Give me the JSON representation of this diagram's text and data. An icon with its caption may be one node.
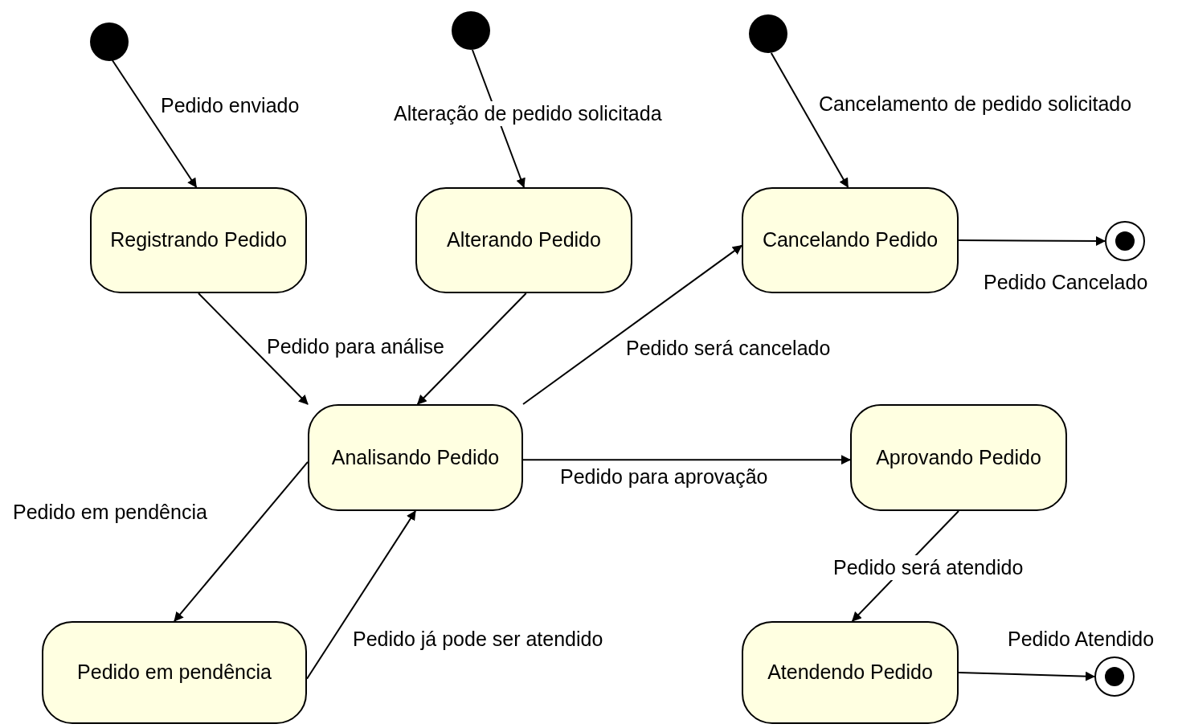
{
  "diagram": {
    "nodes": [
      {
        "text": [],
        "shape": "circle"
      },
      {
        "text": [],
        "shape": "circle"
      },
      {
        "text": [],
        "shape": "circle"
      },
      {
        "text": [
          "Registrando Pedido"
        ]
      },
      {
        "text": [
          "Alterando Pedido"
        ]
      },
      {
        "text": [
          "Cancelando Pedido"
        ]
      },
      {
        "text": [],
        "shape": "final-state"
      },
      {
        "text": [
          "Analisando Pedido"
        ]
      },
      {
        "text": [
          "Aprovando Pedido"
        ]
      },
      {
        "text": [
          "Pedido em pendência"
        ]
      },
      {
        "text": [
          "Atendendo Pedido"
        ]
      },
      {
        "text": [],
        "shape": "final-state"
      }
    ],
    "edges": [
      {
        "from": 0,
        "to": 3,
        "arrow": "to",
        "label": "Pedido enviado"
      },
      {
        "from": 1,
        "to": 4,
        "arrow": "to",
        "label": "Alteração de pedido solicitada"
      },
      {
        "from": 2,
        "to": 5,
        "arrow": "to",
        "label": "Cancelamento de pedido solicitado"
      },
      {
        "from": 5,
        "to": 6,
        "arrow": "to",
        "label": "Pedido Cancelado"
      },
      {
        "from": 3,
        "to": 7,
        "arrow": "to",
        "label": "Pedido para análise"
      },
      {
        "from": 4,
        "to": 7,
        "arrow": "to"
      },
      {
        "from": 7,
        "to": 5,
        "arrow": "to",
        "label": "Pedido será cancelado"
      },
      {
        "from": 7,
        "to": 8,
        "arrow": "to",
        "label": "Pedido para aprovação"
      },
      {
        "from": 7,
        "to": 9,
        "arrow": "to",
        "label": "Pedido em pendência"
      },
      {
        "from": 9,
        "to": 7,
        "arrow": "to",
        "label": "Pedido já pode ser atendido"
      },
      {
        "from": 8,
        "to": 10,
        "arrow": "to",
        "label": "Pedido será atendido"
      },
      {
        "from": 10,
        "to": 11,
        "arrow": "to",
        "label": "Pedido Atendido"
      }
    ]
  }
}
